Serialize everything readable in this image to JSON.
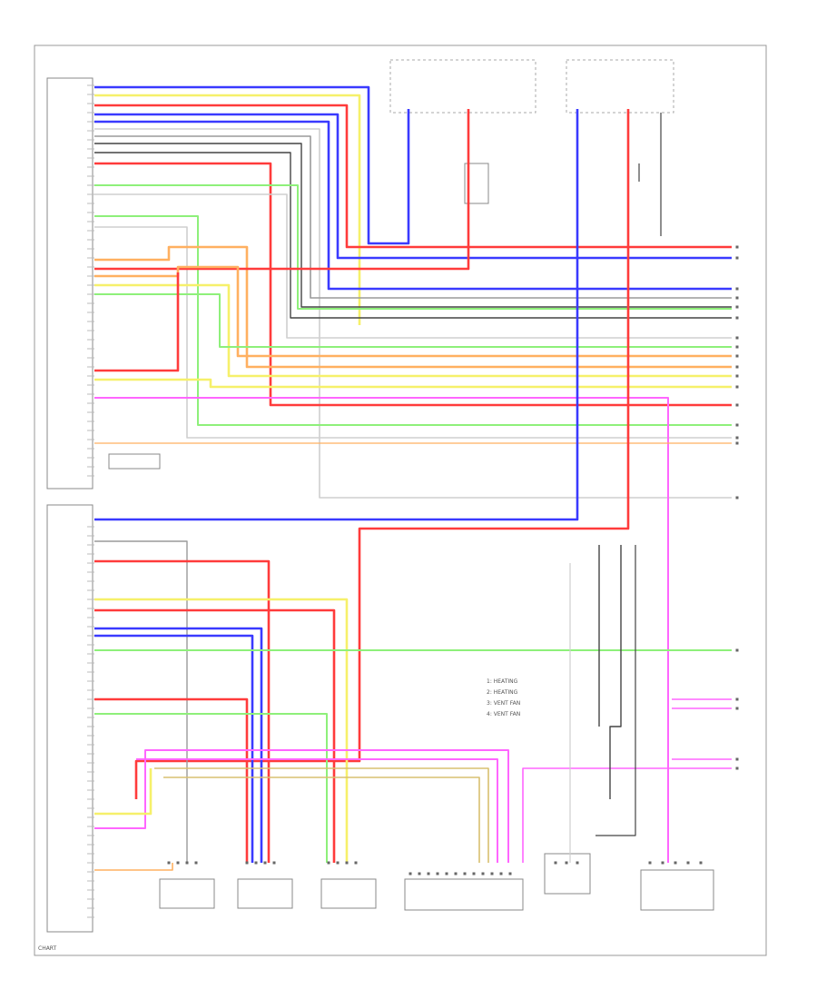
{
  "colors": {
    "blue": "#3a3aff",
    "red": "#ff3b3b",
    "yellow": "#f6f06a",
    "green": "#8ef07a",
    "orange": "#ffb060",
    "magenta": "#ff66ff",
    "gray": "#9a9a9a",
    "darkgray": "#444444",
    "lightgray": "#cfcfcf",
    "tan": "#d8c070"
  },
  "legend": {
    "items": [
      "1: HEATING",
      "2: HEATING",
      "3: VENT FAN",
      "4: VENT FAN"
    ]
  },
  "footer": {
    "code": "CHART"
  }
}
